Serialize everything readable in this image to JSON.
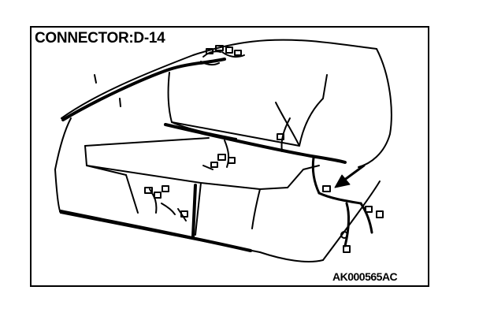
{
  "title": "CONNECTOR:D-14",
  "figure_code": "AK000565AC",
  "colors": {
    "line": "#000000",
    "background": "#ffffff"
  },
  "drawing": "vehicle-interior-wiring-harness-diagram"
}
